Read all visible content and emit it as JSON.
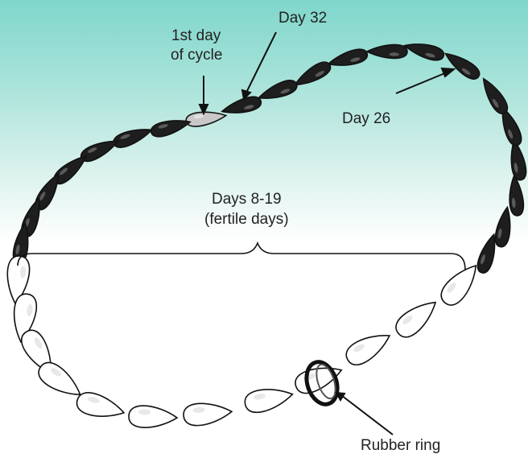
{
  "labels": {
    "day32": "Day 32",
    "first_day_line1": "1st day",
    "first_day_line2": "of cycle",
    "day26": "Day 26",
    "fertile_line1": "Days 8-19",
    "fertile_line2": "(fertile days)",
    "rubber_ring": "Rubber ring"
  },
  "beads": {
    "total": 32,
    "first_day_color": "#c8c8c8",
    "dark_color": "#1e1e1e",
    "white_color": "#ffffff",
    "fertile_days": [
      8,
      19
    ]
  },
  "colors": {
    "background_top": "#7fd6cb",
    "outline": "#111111",
    "text": "#222222"
  }
}
